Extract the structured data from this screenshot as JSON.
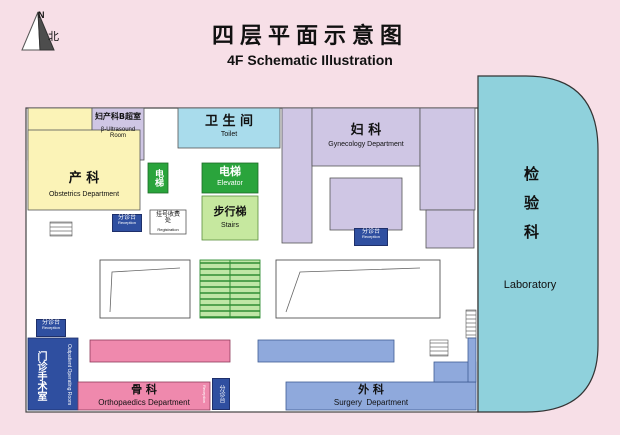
{
  "header": {
    "title_cn": "四层平面示意图",
    "title_en": "4F Schematic Illustration"
  },
  "compass": {
    "letter": "N",
    "cn": "北"
  },
  "rooms": {
    "ultrasound_cn": "妇产科B超室",
    "ultrasound_en": "β-Ultrasound Room",
    "toilet_cn": "卫 生 间",
    "toilet_en": "Toilet",
    "gynecology_cn": "妇 科",
    "gynecology_en": "Gynecology Department",
    "obstetrics_cn": "产 科",
    "obstetrics_en": "Obstetrics Department",
    "elevator_small_cn": "电梯",
    "elevator_cn": "电梯",
    "elevator_en": "Elevator",
    "stairs_cn": "步行梯",
    "stairs_en": "Stairs",
    "registration_cn": "挂号收费处",
    "registration_en": "Registration",
    "laboratory_cn": "检验科",
    "laboratory_en": "Laboratory",
    "surgery_room_cn": "门诊手术室",
    "surgery_room_en": "Outpatient Operating Room",
    "orthopaedics_cn": "骨 科",
    "orthopaedics_en": "Orthopaedics Department",
    "surgery_cn": "外 科",
    "surgery_en": "Surgery  Department"
  },
  "reception": {
    "cn": "分诊台",
    "en": "Reception"
  },
  "colors": {
    "yellow": "#fbf3b7",
    "lilac": "#cfc6e4",
    "sky": "#a9dcec",
    "green": "#2aa43c",
    "lightgreen": "#c6e89f",
    "teal": "#8fd1dc",
    "blue": "#8fa9dc",
    "pink": "#ef89ad",
    "corridor": "#ffffff",
    "outline": "#4a4a4a"
  }
}
